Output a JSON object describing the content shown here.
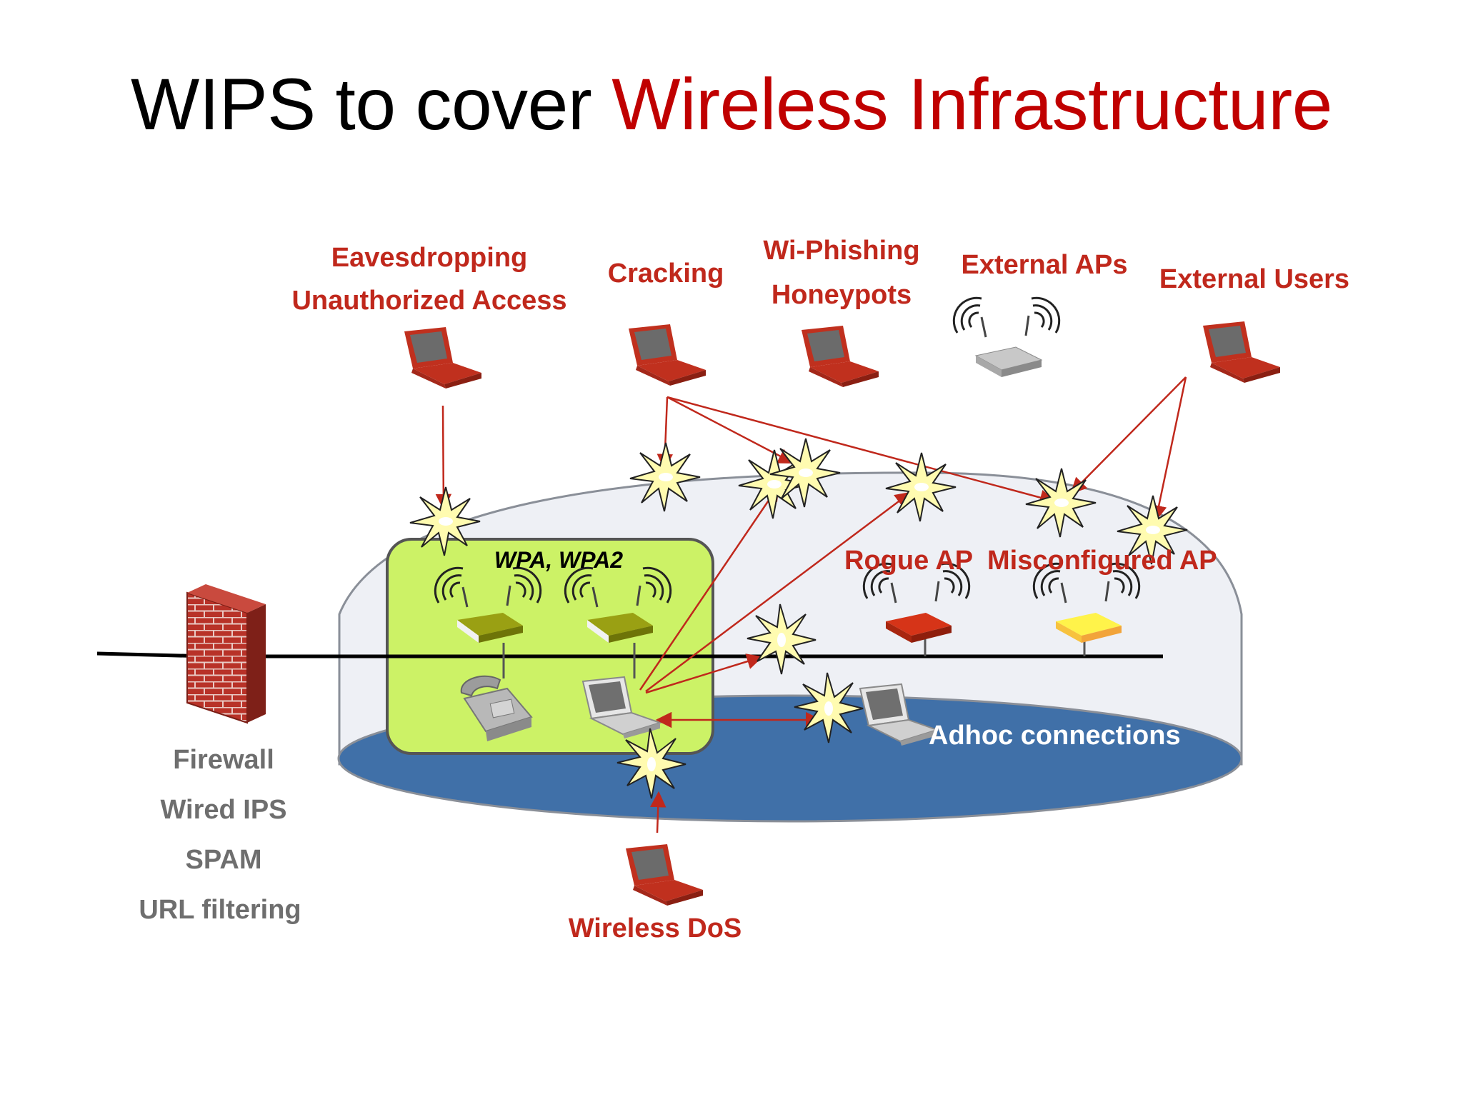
{
  "title": {
    "prefix": "WIPS to cover ",
    "highlight": "Wireless Infrastructure"
  },
  "threats": {
    "eavesdropping": "Eavesdropping",
    "unauthorized_access": "Unauthorized Access",
    "cracking": "Cracking",
    "wi_phishing": "Wi-Phishing",
    "honeypots": "Honeypots",
    "external_aps": "External APs",
    "external_users": "External Users",
    "rogue_ap": "Rogue AP",
    "misconfigured_ap": "Misconfigured AP",
    "adhoc": "Adhoc connections",
    "wireless_dos": "Wireless DoS"
  },
  "secure_zone": {
    "label": "WPA, WPA2"
  },
  "wired_defenses": [
    "Firewall",
    "Wired IPS",
    "SPAM",
    "URL filtering"
  ],
  "colors": {
    "title_accent": "#c00000",
    "threat_text": "#c0281c",
    "dome_fill": "#eef0f5",
    "lake_fill": "#4070a8",
    "secure_zone_fill": "#ccf266",
    "arrow": "#c0281c"
  },
  "icons": {
    "attacker": "laptop-red-icon",
    "access_point": "wireless-router-icon",
    "firewall": "brick-wall-icon",
    "phone": "desk-phone-icon",
    "attack": "explosion-burst-icon"
  }
}
